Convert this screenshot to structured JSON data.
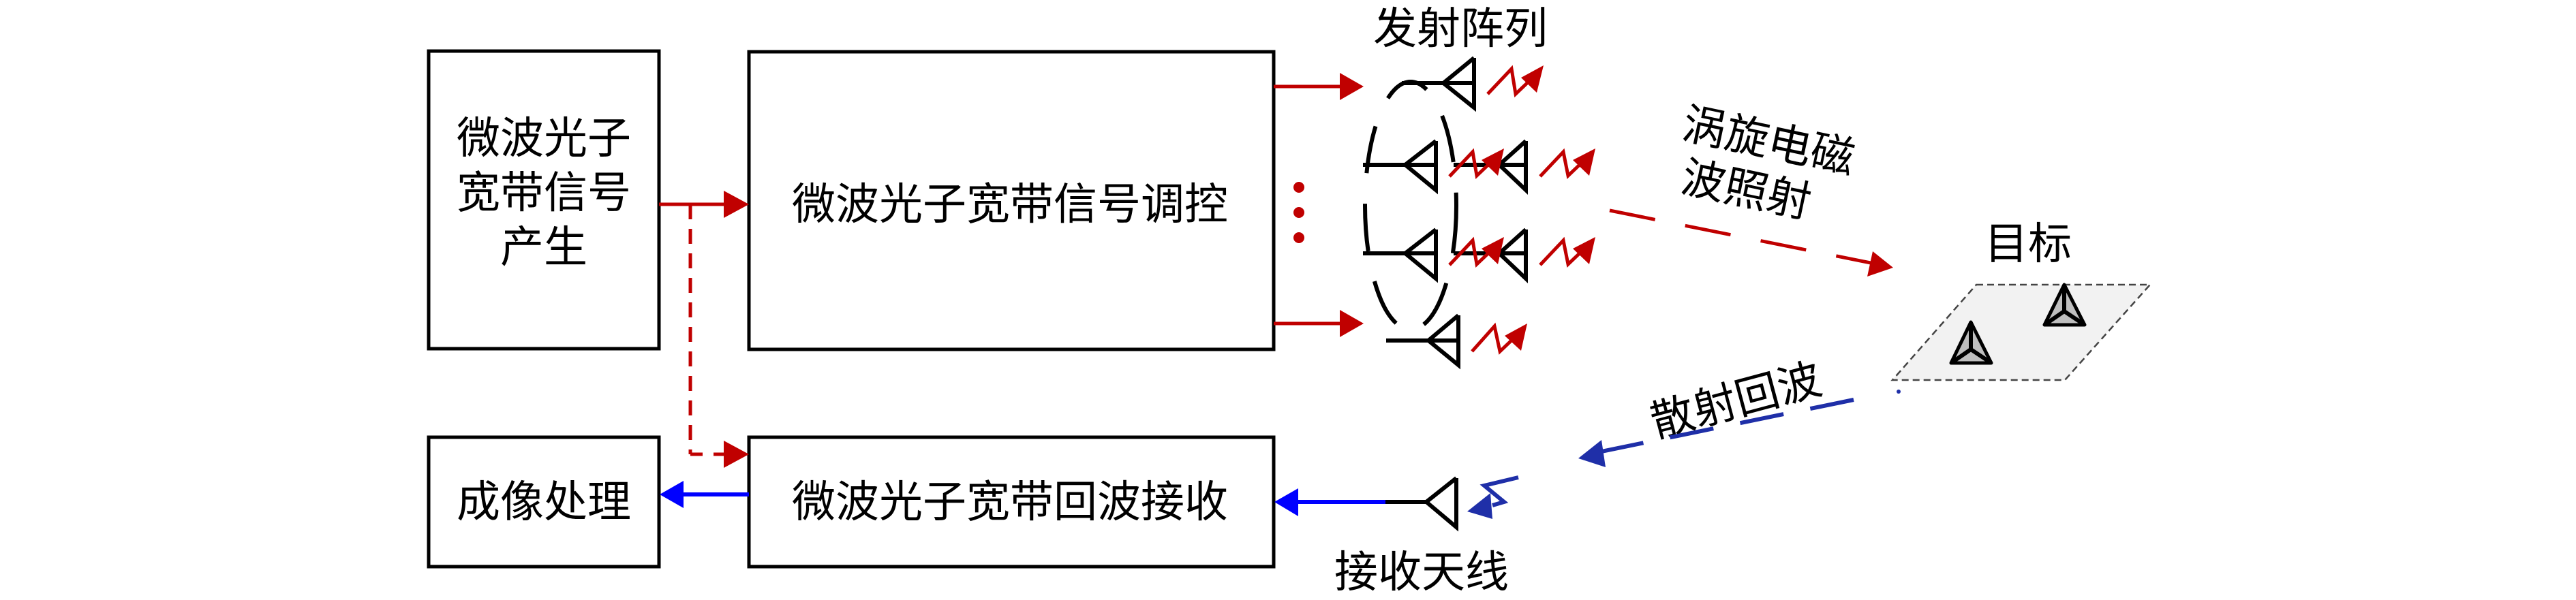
{
  "diagram": {
    "blocks": {
      "signal_generation": {
        "lines": [
          "微波光子",
          "宽带信号",
          "产生"
        ]
      },
      "signal_control": {
        "label": "微波光子宽带信号调控"
      },
      "imaging": {
        "label": "成像处理"
      },
      "echo_receive": {
        "label": "微波光子宽带回波接收"
      }
    },
    "labels": {
      "tx_array": "发射阵列",
      "vortex_wave": [
        "涡旋电磁",
        "波照射"
      ],
      "target": "目标",
      "scattered_echo": "散射回波",
      "rx_antenna": "接收天线"
    },
    "colors": {
      "transmit_path": "#C00000",
      "receive_path": "#0000FF",
      "echo_path": "#1F2FA8",
      "target_plane": "#F2F2F2",
      "target_fill": "#BFBFBF"
    },
    "icons": {
      "antenna": "antenna-icon",
      "radiation": "radiation-zigzag-icon",
      "target": "pyramid-target-icon",
      "ellipsis": "vertical-ellipsis-icon"
    }
  }
}
